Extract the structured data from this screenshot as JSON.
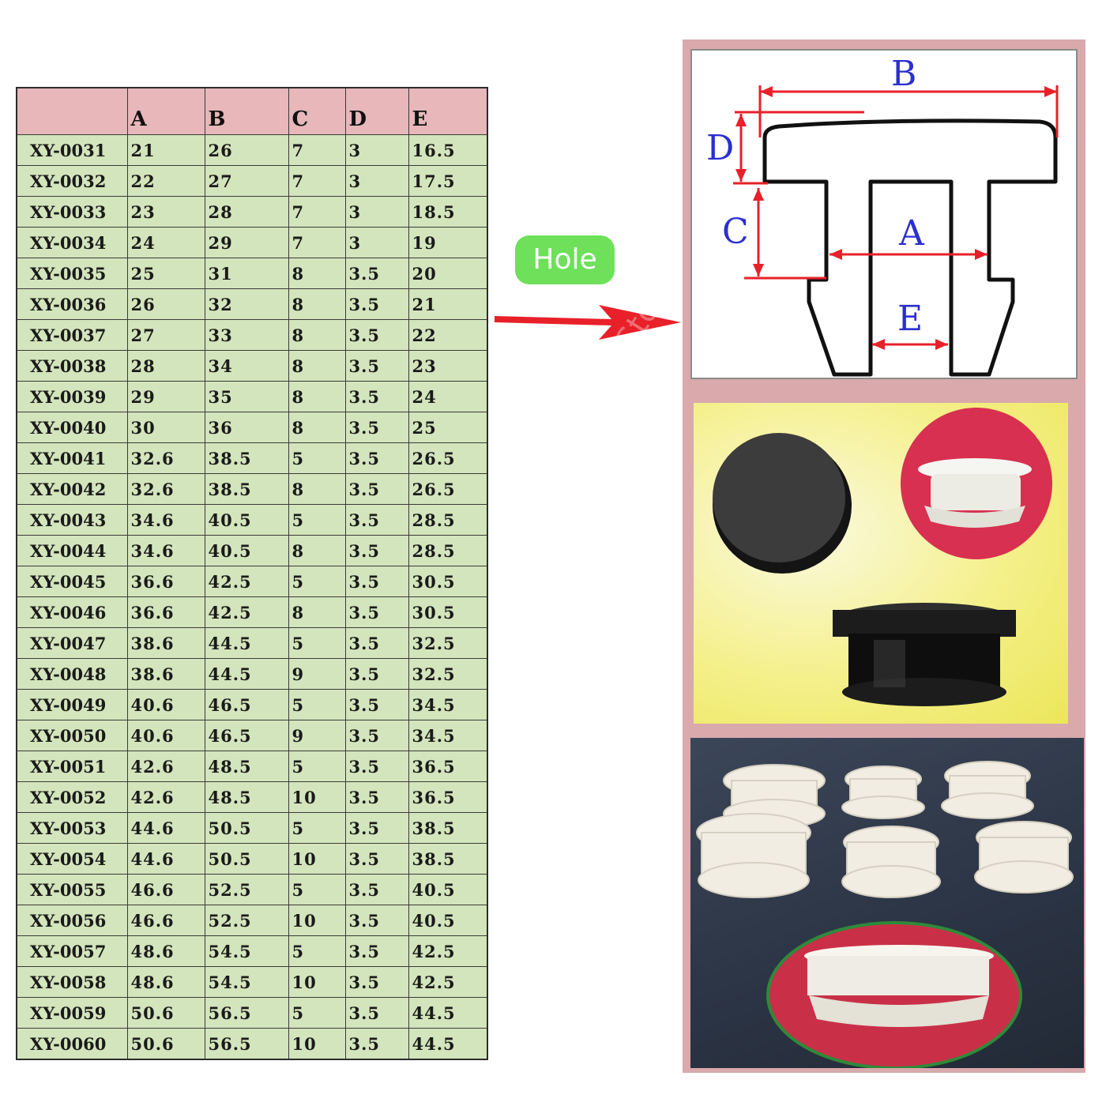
{
  "table": {
    "headers": [
      "",
      "A",
      "B",
      "C",
      "D",
      "E"
    ],
    "rows": [
      [
        "XY-0031",
        "21",
        "26",
        "7",
        "3",
        "16.5"
      ],
      [
        "XY-0032",
        "22",
        "27",
        "7",
        "3",
        "17.5"
      ],
      [
        "XY-0033",
        "23",
        "28",
        "7",
        "3",
        "18.5"
      ],
      [
        "XY-0034",
        "24",
        "29",
        "7",
        "3",
        "19"
      ],
      [
        "XY-0035",
        "25",
        "31",
        "8",
        "3.5",
        "20"
      ],
      [
        "XY-0036",
        "26",
        "32",
        "8",
        "3.5",
        "21"
      ],
      [
        "XY-0037",
        "27",
        "33",
        "8",
        "3.5",
        "22"
      ],
      [
        "XY-0038",
        "28",
        "34",
        "8",
        "3.5",
        "23"
      ],
      [
        "XY-0039",
        "29",
        "35",
        "8",
        "3.5",
        "24"
      ],
      [
        "XY-0040",
        "30",
        "36",
        "8",
        "3.5",
        "25"
      ],
      [
        "XY-0041",
        "32.6",
        "38.5",
        "5",
        "3.5",
        "26.5"
      ],
      [
        "XY-0042",
        "32.6",
        "38.5",
        "8",
        "3.5",
        "26.5"
      ],
      [
        "XY-0043",
        "34.6",
        "40.5",
        "5",
        "3.5",
        "28.5"
      ],
      [
        "XY-0044",
        "34.6",
        "40.5",
        "8",
        "3.5",
        "28.5"
      ],
      [
        "XY-0045",
        "36.6",
        "42.5",
        "5",
        "3.5",
        "30.5"
      ],
      [
        "XY-0046",
        "36.6",
        "42.5",
        "8",
        "3.5",
        "30.5"
      ],
      [
        "XY-0047",
        "38.6",
        "44.5",
        "5",
        "3.5",
        "32.5"
      ],
      [
        "XY-0048",
        "38.6",
        "44.5",
        "9",
        "3.5",
        "32.5"
      ],
      [
        "XY-0049",
        "40.6",
        "46.5",
        "5",
        "3.5",
        "34.5"
      ],
      [
        "XY-0050",
        "40.6",
        "46.5",
        "9",
        "3.5",
        "34.5"
      ],
      [
        "XY-0051",
        "42.6",
        "48.5",
        "5",
        "3.5",
        "36.5"
      ],
      [
        "XY-0052",
        "42.6",
        "48.5",
        "10",
        "3.5",
        "36.5"
      ],
      [
        "XY-0053",
        "44.6",
        "50.5",
        "5",
        "3.5",
        "38.5"
      ],
      [
        "XY-0054",
        "44.6",
        "50.5",
        "10",
        "3.5",
        "38.5"
      ],
      [
        "XY-0055",
        "46.6",
        "52.5",
        "5",
        "3.5",
        "40.5"
      ],
      [
        "XY-0056",
        "46.6",
        "52.5",
        "10",
        "3.5",
        "40.5"
      ],
      [
        "XY-0057",
        "48.6",
        "54.5",
        "5",
        "3.5",
        "42.5"
      ],
      [
        "XY-0058",
        "48.6",
        "54.5",
        "10",
        "3.5",
        "42.5"
      ],
      [
        "XY-0059",
        "50.6",
        "56.5",
        "5",
        "3.5",
        "44.5"
      ],
      [
        "XY-0060",
        "50.6",
        "56.5",
        "10",
        "3.5",
        "44.5"
      ]
    ]
  },
  "hole_label": "Hole",
  "diagram": {
    "label_b": "B",
    "label_d": "D",
    "label_c": "C",
    "label_a": "A",
    "label_e": "E",
    "dimension_color": "#e8202a",
    "label_color": "#2a2fd0"
  },
  "watermark": {
    "text_1": "1032l0190 Store",
    "text_2": "p1032l0190 Store"
  },
  "colors": {
    "header_bg": "#e7b7ba",
    "cell_bg": "#d3e5bc",
    "hole_badge": "#6ee05a",
    "arrow": "#e8202a",
    "frame": "#d9a9ac"
  }
}
